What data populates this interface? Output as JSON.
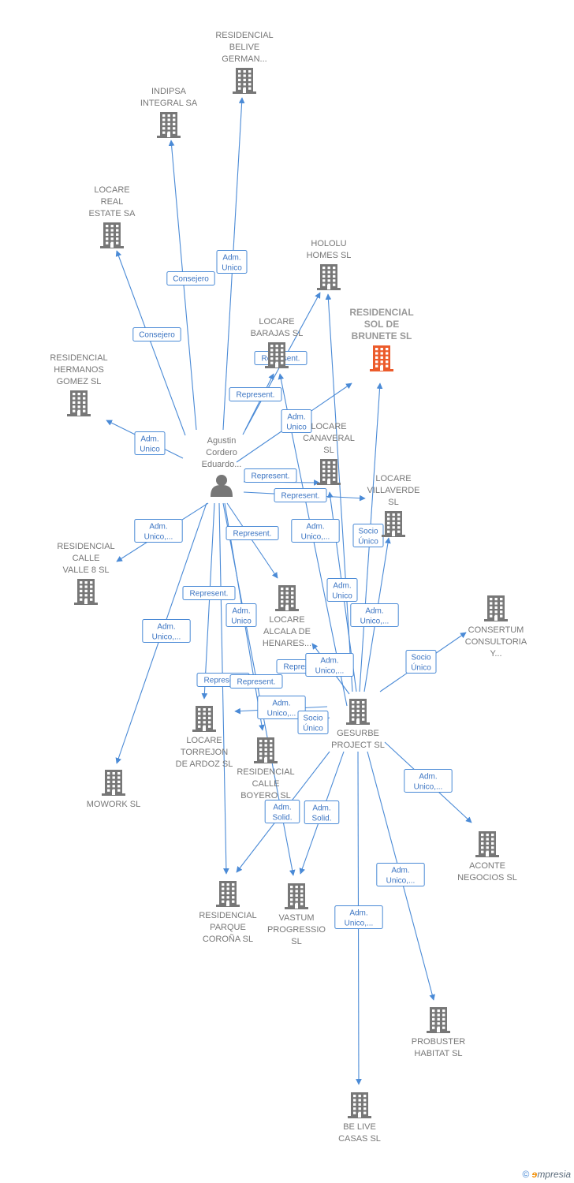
{
  "nodes": [
    {
      "id": "belive_german",
      "label": [
        "RESIDENCIAL",
        "BELIVE",
        "GERMAN..."
      ],
      "type": "company"
    },
    {
      "id": "indipsa",
      "label": [
        "INDIPSA",
        "INTEGRAL SA"
      ],
      "type": "company"
    },
    {
      "id": "locare_real",
      "label": [
        "LOCARE",
        "REAL",
        "ESTATE SA"
      ],
      "type": "company"
    },
    {
      "id": "hololu",
      "label": [
        "HOLOLU",
        "HOMES  SL"
      ],
      "type": "company"
    },
    {
      "id": "sol_brunete",
      "label": [
        "RESIDENCIAL",
        "SOL DE",
        "BRUNETE  SL"
      ],
      "type": "company",
      "highlight": true
    },
    {
      "id": "locare_barajas",
      "label": [
        "LOCARE",
        "BARAJAS  SL"
      ],
      "type": "company"
    },
    {
      "id": "hermanos_gomez",
      "label": [
        "RESIDENCIAL",
        "HERMANOS",
        "GOMEZ  SL"
      ],
      "type": "company"
    },
    {
      "id": "agustin",
      "label": [
        "Agustin",
        "Cordero",
        "Eduardo..."
      ],
      "type": "person"
    },
    {
      "id": "canaveral",
      "label": [
        "LOCARE",
        "CANAVERAL",
        "SL"
      ],
      "type": "company"
    },
    {
      "id": "villaverde",
      "label": [
        "LOCARE",
        "VILLAVERDE",
        "SL"
      ],
      "type": "company"
    },
    {
      "id": "valle8",
      "label": [
        "RESIDENCIAL",
        "CALLE",
        "VALLE 8  SL"
      ],
      "type": "company"
    },
    {
      "id": "alcala",
      "label": [
        "LOCARE",
        "ALCALA DE",
        "HENARES..."
      ],
      "type": "company"
    },
    {
      "id": "consertum",
      "label": [
        "CONSERTUM",
        "CONSULTORIA",
        "Y..."
      ],
      "type": "company"
    },
    {
      "id": "torrejon",
      "label": [
        "LOCARE",
        "TORREJON",
        "DE ARDOZ  SL"
      ],
      "type": "company"
    },
    {
      "id": "gesurbe",
      "label": [
        "GESURBE",
        "PROJECT SL"
      ],
      "type": "company"
    },
    {
      "id": "boyero",
      "label": [
        "RESIDENCIAL",
        "CALLE",
        "BOYERO  SL"
      ],
      "type": "company"
    },
    {
      "id": "mowork",
      "label": [
        "MOWORK  SL"
      ],
      "type": "company"
    },
    {
      "id": "aconte",
      "label": [
        "ACONTE",
        "NEGOCIOS  SL"
      ],
      "type": "company"
    },
    {
      "id": "coronia",
      "label": [
        "RESIDENCIAL",
        "PARQUE",
        "COROÑA  SL"
      ],
      "type": "company"
    },
    {
      "id": "vastum",
      "label": [
        "VASTUM",
        "PROGRESSIO",
        "SL"
      ],
      "type": "company"
    },
    {
      "id": "probuster",
      "label": [
        "PROBUSTER",
        "HABITAT  SL"
      ],
      "type": "company"
    },
    {
      "id": "belive_casas",
      "label": [
        "BE LIVE",
        "CASAS  SL"
      ],
      "type": "company"
    }
  ],
  "edges": [
    {
      "from": "agustin",
      "to": "belive_german",
      "label": [
        "Adm.",
        "Unico"
      ]
    },
    {
      "from": "agustin",
      "to": "indipsa",
      "label": [
        "Consejero"
      ]
    },
    {
      "from": "agustin",
      "to": "locare_real",
      "label": [
        "Consejero"
      ]
    },
    {
      "from": "agustin",
      "to": "hermanos_gomez",
      "label": [
        "Adm.",
        "Unico"
      ]
    },
    {
      "from": "agustin",
      "to": "locare_barajas",
      "label": [
        "Represent."
      ]
    },
    {
      "from": "agustin",
      "to": "hololu",
      "label": [
        "Represent."
      ]
    },
    {
      "from": "agustin",
      "to": "sol_brunete",
      "label": [
        "Adm.",
        "Unico"
      ]
    },
    {
      "from": "agustin",
      "to": "canaveral",
      "label": [
        "Represent."
      ]
    },
    {
      "from": "agustin",
      "to": "villaverde",
      "label": [
        "Represent."
      ]
    },
    {
      "from": "agustin",
      "to": "valle8",
      "label": [
        "Adm.",
        "Unico,..."
      ]
    },
    {
      "from": "agustin",
      "to": "alcala",
      "label": [
        "Represent."
      ]
    },
    {
      "from": "agustin",
      "to": "torrejon",
      "label": [
        "Represent."
      ]
    },
    {
      "from": "agustin",
      "to": "mowork",
      "label": [
        "Adm.",
        "Unico,..."
      ]
    },
    {
      "from": "agustin",
      "to": "boyero",
      "label": [
        "Adm.",
        "Unico"
      ]
    },
    {
      "from": "agustin",
      "to": "coronia",
      "label": [
        "Represent."
      ]
    },
    {
      "from": "agustin",
      "to": "vastum",
      "label": [
        "Represent."
      ]
    },
    {
      "from": "gesurbe",
      "to": "locare_barajas",
      "label": [
        "Represent."
      ]
    },
    {
      "from": "gesurbe",
      "to": "hololu",
      "label": [
        "Adm.",
        "Unico"
      ]
    },
    {
      "from": "gesurbe",
      "to": "sol_brunete",
      "label": [
        "Adm.",
        "Unico,..."
      ]
    },
    {
      "from": "gesurbe",
      "to": "canaveral",
      "label": [
        "Adm.",
        "Unico,..."
      ]
    },
    {
      "from": "gesurbe",
      "to": "villaverde",
      "label": [
        "Socio",
        "Único"
      ]
    },
    {
      "from": "gesurbe",
      "to": "alcala",
      "label": [
        "Adm.",
        "Unico,..."
      ]
    },
    {
      "from": "gesurbe",
      "to": "consertum",
      "label": [
        "Socio",
        "Único"
      ]
    },
    {
      "from": "gesurbe",
      "to": "torrejon",
      "label": [
        "Adm.",
        "Unico,..."
      ]
    },
    {
      "from": "gesurbe",
      "to": "boyero",
      "label": [
        "Socio",
        "Único"
      ]
    },
    {
      "from": "gesurbe",
      "to": "aconte",
      "label": [
        "Adm.",
        "Unico,..."
      ]
    },
    {
      "from": "gesurbe",
      "to": "coronia",
      "label": [
        "Adm.",
        "Solid."
      ]
    },
    {
      "from": "gesurbe",
      "to": "vastum",
      "label": [
        "Adm.",
        "Solid."
      ]
    },
    {
      "from": "gesurbe",
      "to": "probuster",
      "label": [
        "Adm.",
        "Unico,..."
      ]
    },
    {
      "from": "gesurbe",
      "to": "belive_casas",
      "label": [
        "Adm.",
        "Unico,..."
      ]
    }
  ],
  "colors": {
    "edge": "#4a8ad6",
    "node": "#777777",
    "highlight": "#ec5b2b",
    "label": "#777777"
  },
  "footer": {
    "copyright": "©",
    "brand_e": "ɘ",
    "brand_rest": "mpresia"
  }
}
